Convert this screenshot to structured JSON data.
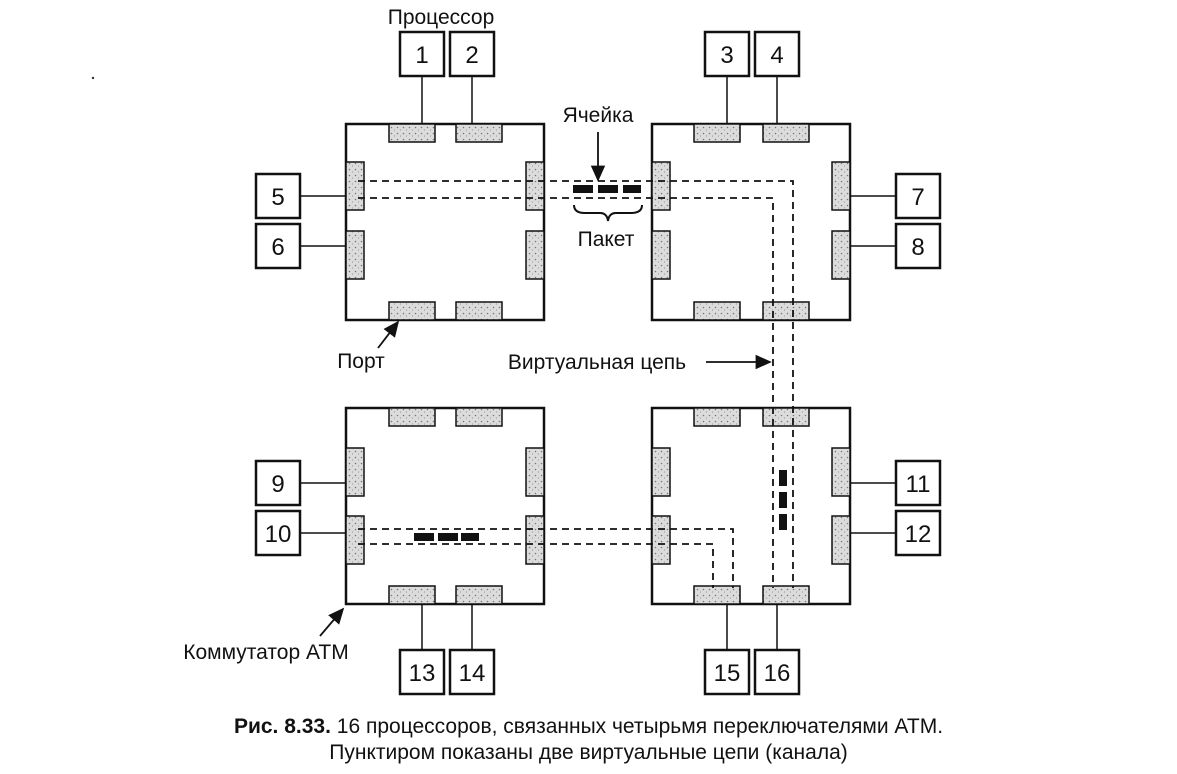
{
  "labels": {
    "processor": "Процессор",
    "cell": "Ячейка",
    "packet": "Пакет",
    "port": "Порт",
    "virtual_circuit": "Виртуальная цепь",
    "atm_switch": "Коммутатор ATM"
  },
  "processors": [
    "1",
    "2",
    "3",
    "4",
    "5",
    "6",
    "7",
    "8",
    "9",
    "10",
    "11",
    "12",
    "13",
    "14",
    "15",
    "16"
  ],
  "caption": {
    "figure": "Рис. 8.33.",
    "line1": "16 процессоров, связанных четырьмя переключателями ATM.",
    "line2": "Пунктиром показаны две виртуальные цепи (канала)"
  }
}
